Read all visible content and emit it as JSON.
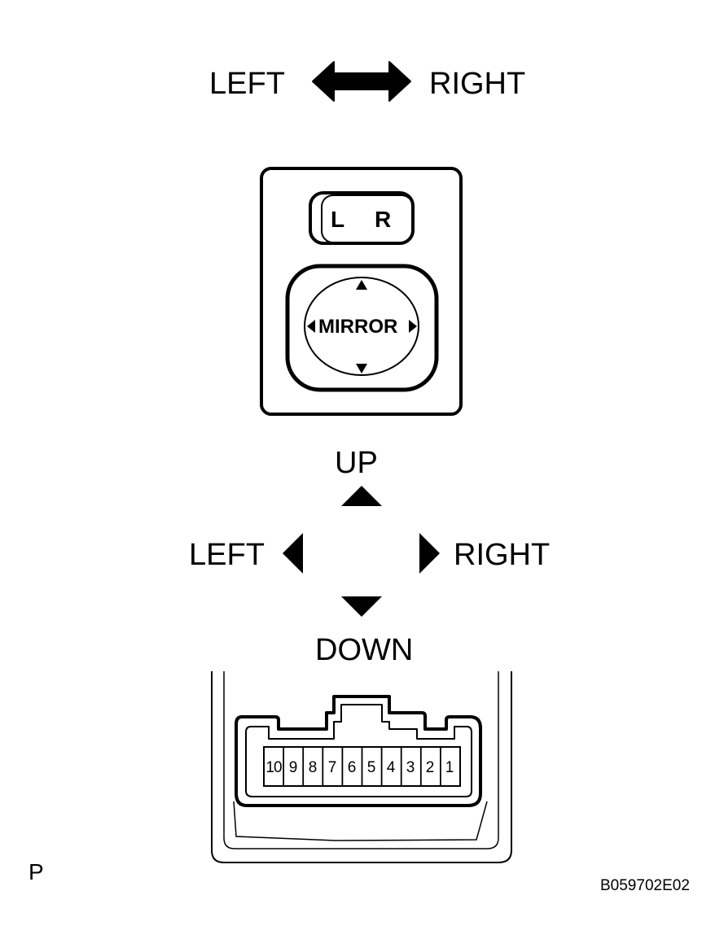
{
  "selector": {
    "left_label": "LEFT",
    "right_label": "RIGHT",
    "icon": "double-headed-arrow-icon"
  },
  "switch": {
    "lr_left": "L",
    "lr_right": "R",
    "mirror_label": "MIRROR"
  },
  "directions": {
    "up": "UP",
    "down": "DOWN",
    "left": "LEFT",
    "right": "RIGHT"
  },
  "connector": {
    "pins": [
      "10",
      "9",
      "8",
      "7",
      "6",
      "5",
      "4",
      "3",
      "2",
      "1"
    ]
  },
  "footer": {
    "view_letter": "P",
    "figure_code": "B059702E02"
  }
}
